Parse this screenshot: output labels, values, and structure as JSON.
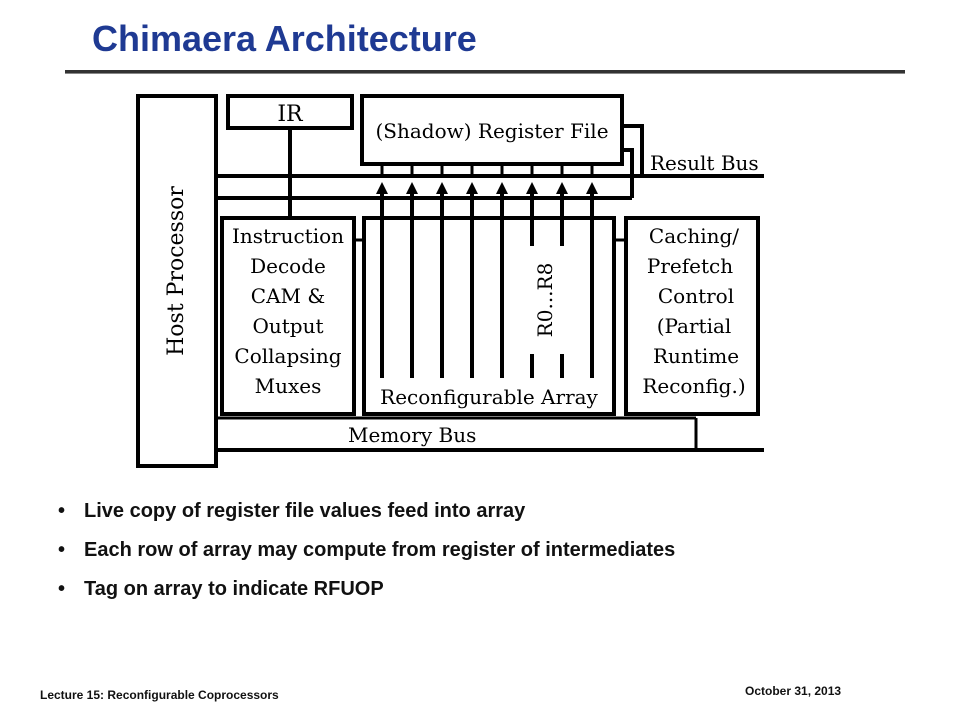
{
  "slide": {
    "title": "Chimaera Architecture",
    "bullets": [
      "Live copy of register file values feed into array",
      "Each row of array may compute from register of intermediates",
      "Tag on array to indicate RFUOP"
    ],
    "footer_left": "Lecture 15: Reconfigurable Coprocessors",
    "footer_right": "October 31, 2013"
  },
  "diagram": {
    "host_processor": "Host Processor",
    "ir": "IR",
    "register_file": "(Shadow) Register File",
    "result_bus": "Result Bus",
    "memory_bus": "Memory Bus",
    "registers_label": "R0...R8",
    "reconfigurable_array": "Reconfigurable Array",
    "decode_block": [
      "Instruction",
      "Decode",
      "CAM &",
      "Output",
      "Collapsing",
      "Muxes"
    ],
    "cache_block": [
      "Caching/",
      "Prefetch",
      "Control",
      "(Partial",
      "Runtime",
      "Reconfig.)"
    ]
  }
}
